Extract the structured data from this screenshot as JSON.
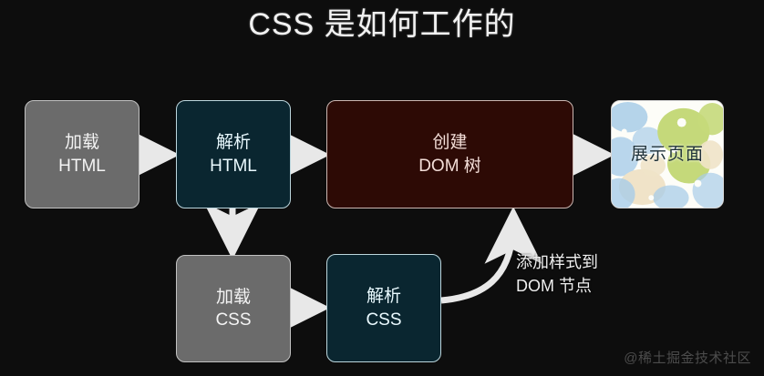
{
  "title": "CSS 是如何工作的",
  "background_color": "#0d0d0d",
  "nodes": {
    "load_html": {
      "line1": "加载",
      "line2": "HTML",
      "fill": "#6b6b6b"
    },
    "parse_html": {
      "line1": "解析",
      "line2": "HTML",
      "fill": "#0a2630"
    },
    "create_dom": {
      "line1": "创建",
      "line2": "DOM 树",
      "fill": "#2d0a05"
    },
    "render_page": {
      "line1": "展示页面",
      "fill": "#fdfdf8"
    },
    "load_css": {
      "line1": "加载",
      "line2": "CSS",
      "fill": "#6b6b6b"
    },
    "parse_css": {
      "line1": "解析",
      "line2": "CSS",
      "fill": "#0a2630"
    }
  },
  "edges": {
    "apply_styles_label_line1": "添加样式到",
    "apply_styles_label_line2": "DOM 节点"
  },
  "watermark": "@稀土掘金技术社区",
  "colors": {
    "arrow": "#e8e8e8",
    "border": "#b9b9b9",
    "title_text": "#f2f2f2",
    "blob_green": "#c5d97a",
    "blob_blue": "#a8cce8",
    "blob_beige": "#f0e3c8"
  }
}
